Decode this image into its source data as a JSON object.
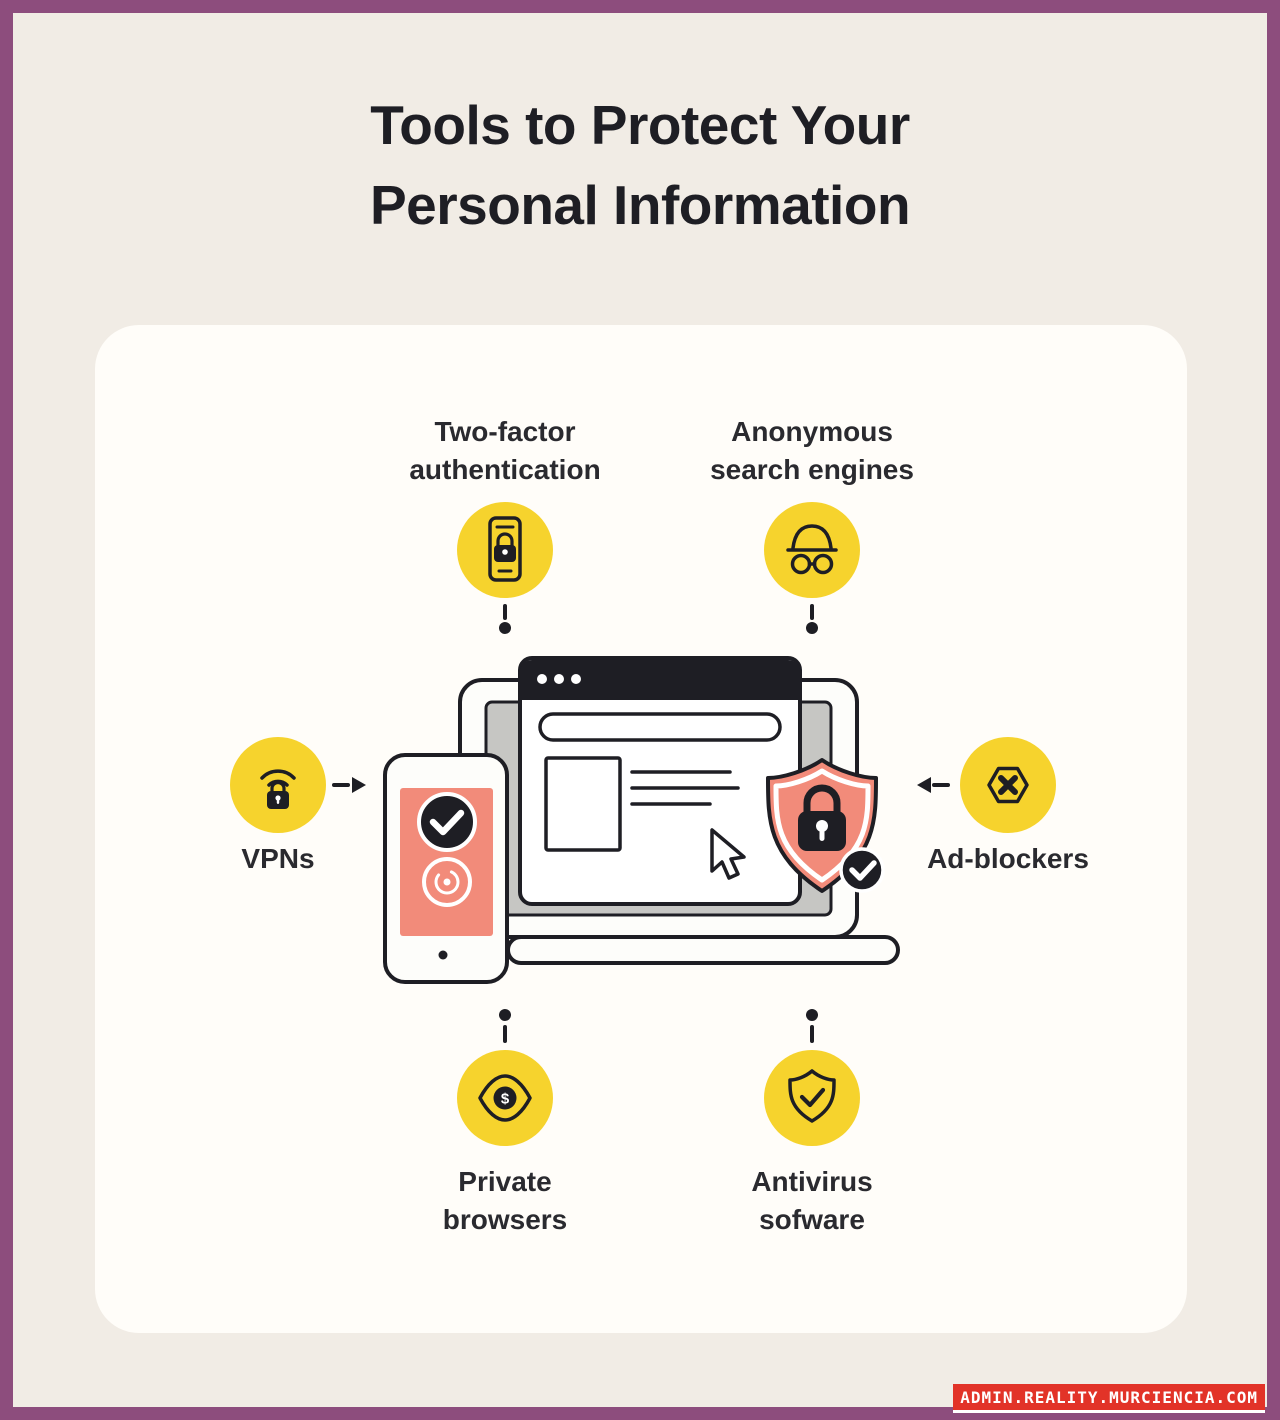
{
  "title": {
    "text": "Tools to Protect Your\nPersonal Information"
  },
  "items": [
    {
      "id": "two-factor-authentication",
      "label": "Two-factor\nauthentication",
      "icon": "phone-lock-icon"
    },
    {
      "id": "anonymous-search-engines",
      "label": "Anonymous\nsearch engines",
      "icon": "incognito-icon"
    },
    {
      "id": "vpns",
      "label": "VPNs",
      "icon": "wifi-lock-icon"
    },
    {
      "id": "ad-blockers",
      "label": "Ad-blockers",
      "icon": "hexagon-x-icon"
    },
    {
      "id": "private-browsers",
      "label": "Private\nbrowsers",
      "icon": "eye-dollar-icon"
    },
    {
      "id": "antivirus-software",
      "label": "Antivirus\nsofware",
      "icon": "shield-check-icon"
    }
  ],
  "watermark": {
    "text": "ADMIN.REALITY.MURCIENCIA.COM"
  },
  "glyphs": {
    "eye_pupil": "$"
  },
  "colors": {
    "frame_border": "#8d4d7d",
    "background": "#f1ece5",
    "card": "#fffdf9",
    "accent_yellow": "#f6d32d",
    "accent_coral": "#f28b7a",
    "ink": "#1e1e24",
    "watermark_bg": "#e23328",
    "watermark_text": "#ffffff"
  }
}
